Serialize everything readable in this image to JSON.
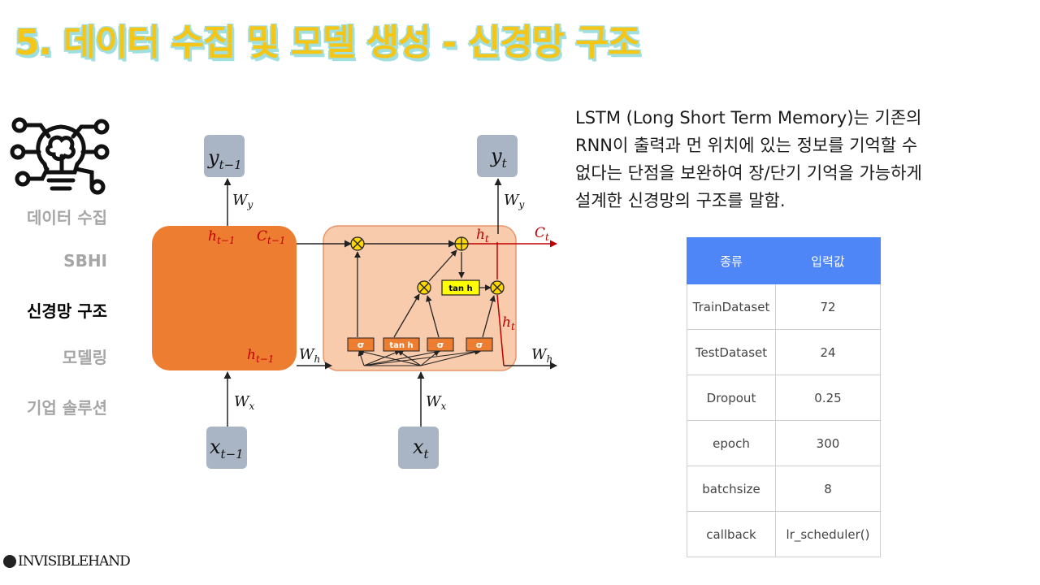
{
  "slide": {
    "title": "5. 데이터 수집 및 모델 생성 - 신경망 구조",
    "brand": "INVISIBLEHAND"
  },
  "nav": {
    "items": [
      {
        "label": "데이터 수집",
        "active": false
      },
      {
        "label": "SBHI",
        "active": false
      },
      {
        "label": "신경망 구조",
        "active": true
      },
      {
        "label": "모델링",
        "active": false
      },
      {
        "label": "기업 솔루션",
        "active": false
      }
    ]
  },
  "description": {
    "lines": [
      "LSTM (Long Short Term Memory)는 기존의",
      "RNN이 출력과 먼 위치에 있는 정보를 기억할 수",
      "없다는 단점을 보완하여 장/단기 기억을 가능하게",
      "설계한 신경망의 구조를 말함."
    ]
  },
  "diagram": {
    "y_prev": "y",
    "y_prev_sub": "t−1",
    "y_t": "y",
    "y_t_sub": "t",
    "x_prev": "x",
    "x_prev_sub": "t−1",
    "x_t": "x",
    "x_t_sub": "t",
    "w_y": "W",
    "w_y_sub": "y",
    "w_x": "W",
    "w_x_sub": "x",
    "w_h": "W",
    "w_h_sub": "h",
    "h": "h",
    "h_prev_sub": "t−1",
    "h_t_sub": "t",
    "c": "C",
    "c_prev_sub": "t−1",
    "c_t_sub": "t",
    "sigma": "σ",
    "tanh": "tan h",
    "colors": {
      "cell_prev": "#ed7d31",
      "cell_current": "#f8cbad",
      "io_box": "#a9b4c4",
      "op_circle": "#ffd700",
      "red_label": "#c00000"
    }
  },
  "table": {
    "headers": [
      "종류",
      "입력값"
    ],
    "rows": [
      [
        "TrainDataset",
        "72"
      ],
      [
        "TestDataset",
        "24"
      ],
      [
        "Dropout",
        "0.25"
      ],
      [
        "epoch",
        "300"
      ],
      [
        "batchsize",
        "8"
      ],
      [
        "callback",
        "lr_scheduler()"
      ]
    ],
    "header_color": "#4f86f7"
  }
}
